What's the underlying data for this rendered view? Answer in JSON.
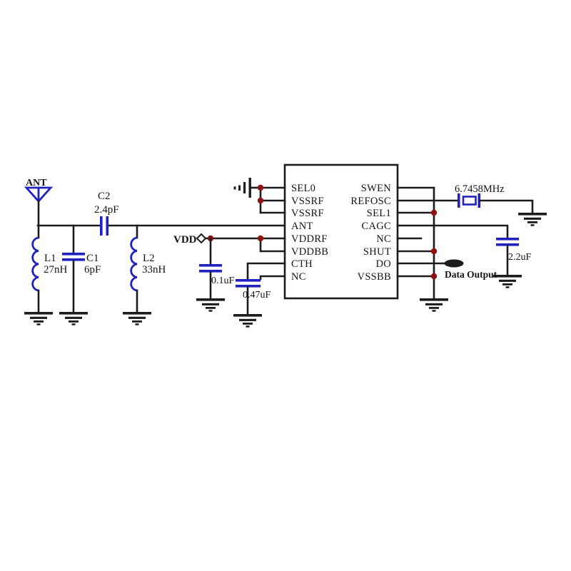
{
  "title": "RF receiver application schematic",
  "colors": {
    "wire": "#1c1c1c",
    "component_blue": "#2121c0",
    "junction_red": "#8e1414",
    "background": "#ffffff",
    "text": "#141414"
  },
  "antenna": {
    "label": "ANT"
  },
  "components": {
    "l1": {
      "name": "L1",
      "value": "27nH"
    },
    "c1": {
      "name": "C1",
      "value": "6pF"
    },
    "c2": {
      "name": "C2",
      "value": "2.4pF"
    },
    "l2": {
      "name": "L2",
      "value": "33nH"
    },
    "c_vdd_bypass": {
      "value": "0.1uF"
    },
    "c_cth": {
      "value": "0.47uF"
    },
    "c_cagc": {
      "value": "2.2uF"
    },
    "crystal": {
      "value": "6.7458MHz"
    }
  },
  "power": {
    "vdd_label": "VDD"
  },
  "ic": {
    "left_pins": [
      "SEL0",
      "VSSRF",
      "VSSRF",
      "ANT",
      "VDDRF",
      "VDDBB",
      "CTH",
      "NC"
    ],
    "right_pins": [
      "SWEN",
      "REFOSC",
      "SEL1",
      "CAGC",
      "NC",
      "SHUT",
      "DO",
      "VSSBB"
    ]
  },
  "output": {
    "label": "Data Output"
  }
}
